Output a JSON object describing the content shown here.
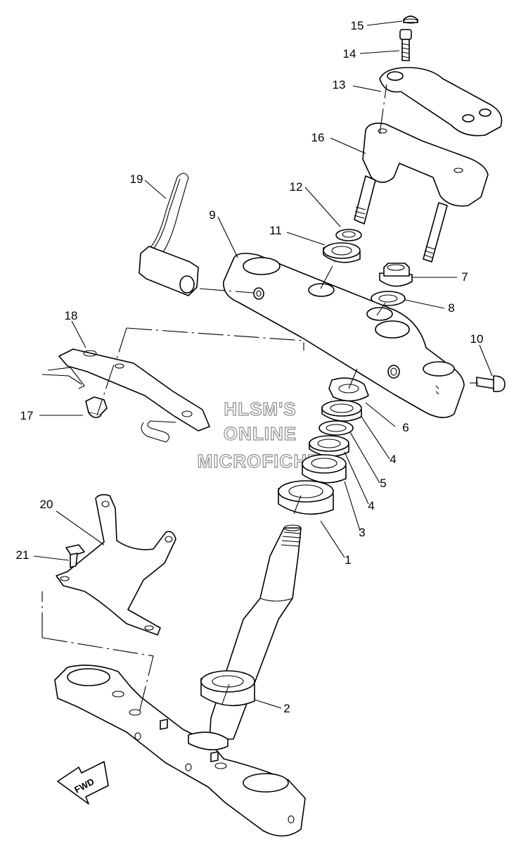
{
  "watermark": {
    "line1": "HLSM'S",
    "line2": "ONLINE",
    "line3": "MICROFICHE"
  },
  "fwd_label": "FWD",
  "callouts": [
    "15",
    "14",
    "13",
    "16",
    "12",
    "11",
    "19",
    "9",
    "7",
    "8",
    "10",
    "18",
    "17",
    "6",
    "4",
    "5",
    "4",
    "3",
    "1",
    "20",
    "21",
    "2"
  ]
}
